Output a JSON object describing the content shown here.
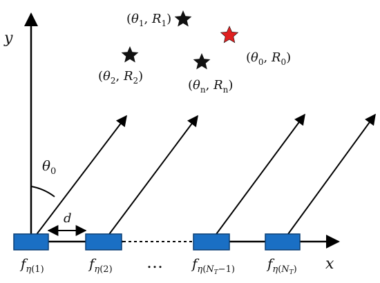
{
  "colors": {
    "element_fill": "#1a6fc4",
    "element_stroke": "#0b3f73",
    "line": "#000000",
    "star_target": "#e02020",
    "star_other": "#111111"
  },
  "axes": {
    "x_label": "x",
    "y_label": "y"
  },
  "spacing_label": "d",
  "angle": {
    "symbol": "θ",
    "sub": "0"
  },
  "ellipsis": "…",
  "elements": [
    {
      "f": "f",
      "eta": "η",
      "idx_pre": "(",
      "idx": "1",
      "idx_post": ")"
    },
    {
      "f": "f",
      "eta": "η",
      "idx_pre": "(",
      "idx": "2",
      "idx_post": ")"
    },
    {
      "f": "f",
      "eta": "η",
      "idx_pre": "(",
      "idx": "N",
      "idx_sub": "T",
      "idx_post": "−1)"
    },
    {
      "f": "f",
      "eta": "η",
      "idx_pre": "(",
      "idx": "N",
      "idx_sub": "T",
      "idx_post": ")"
    }
  ],
  "targets": [
    {
      "role": "other",
      "open": "(",
      "theta": "θ",
      "theta_sub": "1",
      "comma": ", ",
      "R": "R",
      "R_sub": "1",
      "close": ")"
    },
    {
      "role": "main",
      "open": "(",
      "theta": "θ",
      "theta_sub": "0",
      "comma": ", ",
      "R": "R",
      "R_sub": "0",
      "close": ")"
    },
    {
      "role": "other",
      "open": "(",
      "theta": "θ",
      "theta_sub": "2",
      "comma": ", ",
      "R": "R",
      "R_sub": "2",
      "close": ")"
    },
    {
      "role": "other",
      "open": "(",
      "theta": "θ",
      "theta_sub": "n",
      "comma": ", ",
      "R": "R",
      "R_sub": "n",
      "close": ")"
    }
  ]
}
